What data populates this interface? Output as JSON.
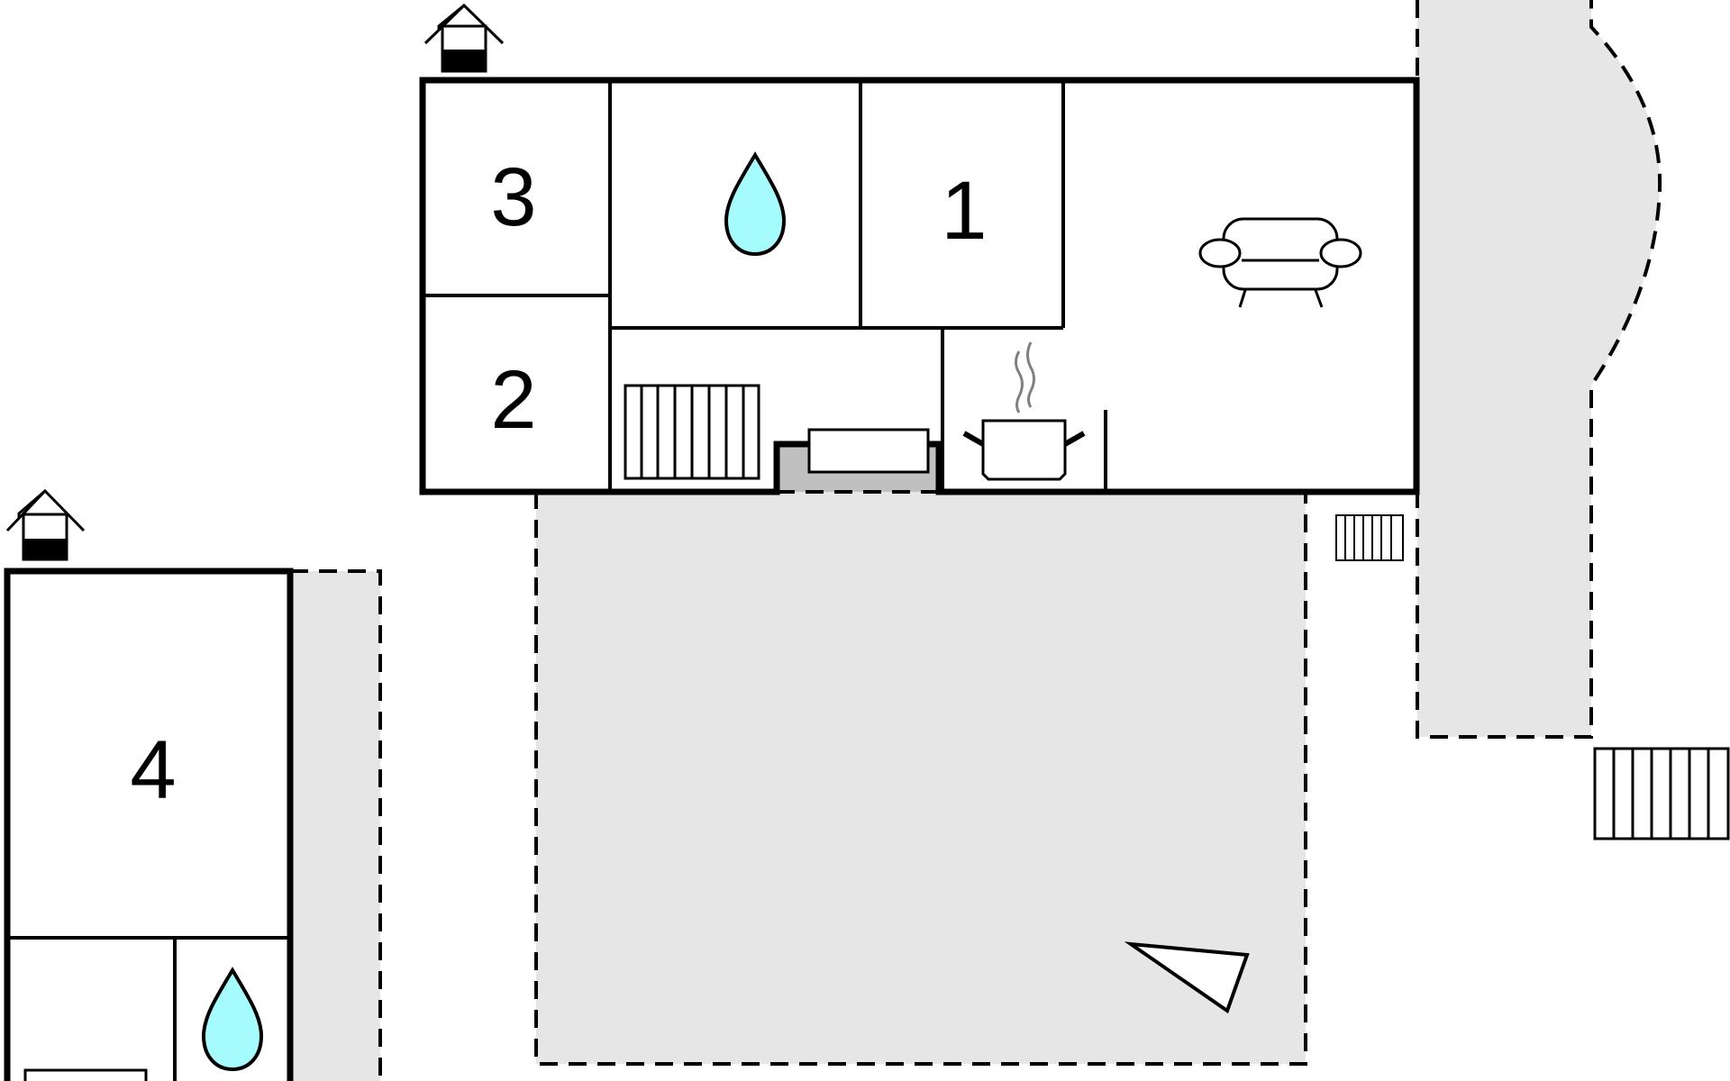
{
  "floorplan": {
    "colors": {
      "outdoor_area": "#e6e6e6",
      "entry_step": "#c0c0c0",
      "water_icon": "#a6fbfd",
      "wall": "#000000",
      "background": "#ffffff",
      "steam": "#808080"
    },
    "main_building": {
      "entrance_icon": "house-entrance-icon",
      "rooms": {
        "bedroom_3": {
          "label": "3",
          "icon": "bed-room"
        },
        "bathroom": {
          "label": "",
          "icon": "water-drop-icon"
        },
        "bedroom_1": {
          "label": "1",
          "icon": "bed-room"
        },
        "living_room": {
          "label": "",
          "icon": "sofa-icon"
        },
        "bedroom_2": {
          "label": "2",
          "icon": "bed-room"
        },
        "hall": {
          "label": "",
          "icon": "stairs-icon"
        },
        "kitchen": {
          "label": "",
          "icon": "cooking-pot-icon"
        }
      }
    },
    "annex_building": {
      "entrance_icon": "house-entrance-icon",
      "rooms": {
        "bedroom_4": {
          "label": "4",
          "icon": "bed-room"
        },
        "bathroom": {
          "label": "",
          "icon": "water-drop-icon"
        }
      }
    },
    "outdoor": {
      "terrace": {
        "icon": "lounge-chair-icon"
      },
      "side_path": {
        "icon": ""
      },
      "steps": {
        "icon": "stairs-icon"
      }
    }
  }
}
